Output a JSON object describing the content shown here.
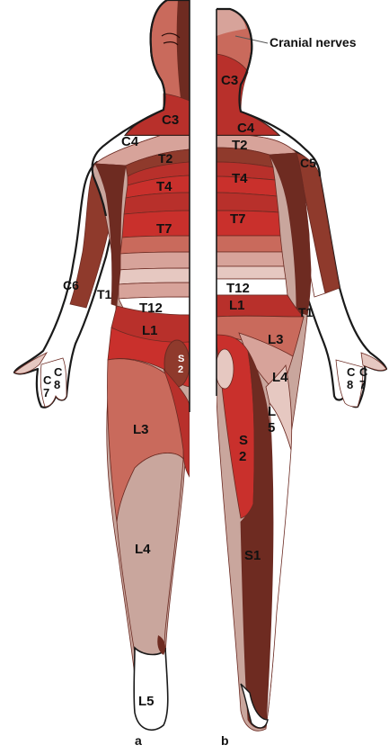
{
  "annotation": {
    "cranial": "Cranial nerves"
  },
  "captions": {
    "a": "a",
    "b": "b"
  },
  "left": {
    "c3": "C3",
    "c4": "C4",
    "t2": "T2",
    "t4": "T4",
    "t7": "T7",
    "c6": "C6",
    "t1": "T1",
    "t12": "T12",
    "l1": "L1",
    "s2a": "S",
    "s2b": "2",
    "l3": "L3",
    "l4": "L4",
    "l5": "L5",
    "c7a": "C",
    "c7b": "7",
    "c8a": "C",
    "c8b": "8"
  },
  "right": {
    "c3": "C3",
    "c4": "C4",
    "c5": "C5",
    "t2": "T2",
    "t4": "T4",
    "t7": "T7",
    "t12": "T12",
    "l1": "L1",
    "t1": "T1",
    "l3": "L3",
    "l4": "L4",
    "l5a": "L",
    "l5b": "5",
    "s2a": "S",
    "s2b": "2",
    "s1": "S1",
    "c8a": "C",
    "c8b": "8",
    "c7a": "C",
    "c7b": "7"
  },
  "colors": {
    "darkest": "#6e2b21",
    "dark": "#8f3a2c",
    "red": "#b8302b",
    "bright": "#c9302c",
    "mid": "#c96a5c",
    "rose": "#d7a39a",
    "pale": "#e6c8c1",
    "skin": "#c9a69d",
    "white": "#ffffff"
  }
}
